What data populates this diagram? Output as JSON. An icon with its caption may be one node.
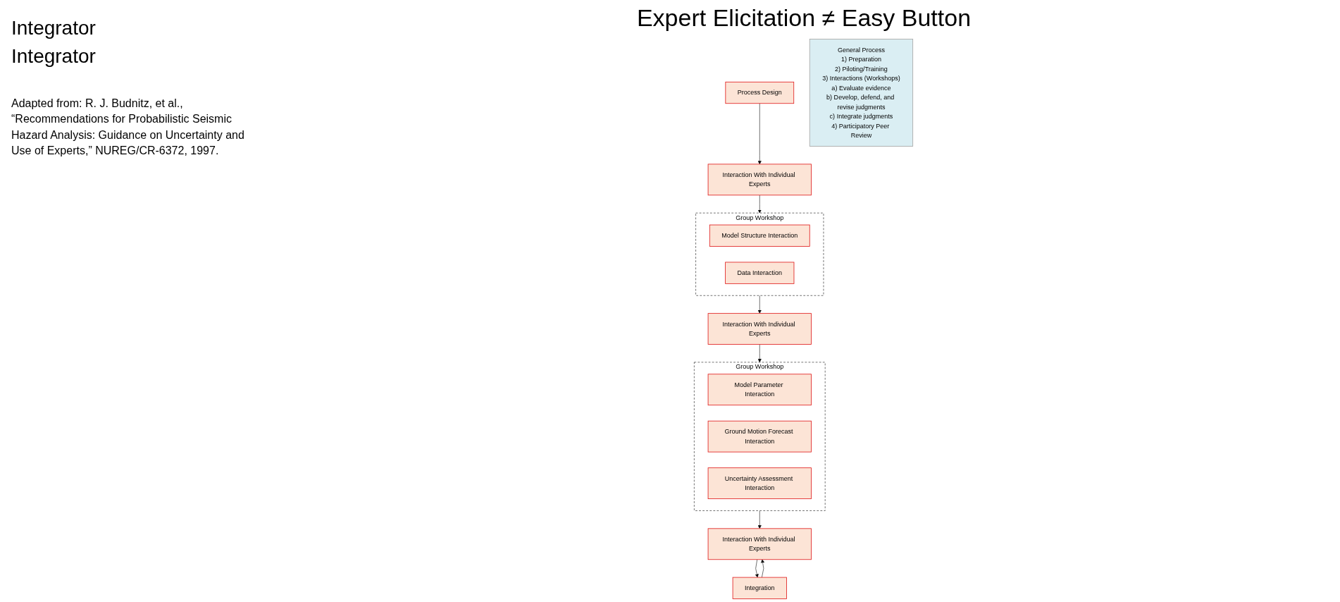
{
  "diagram": {
    "title": "Expert Elicitation ≠ Easy Button",
    "caption": "Adapted from: R. J. Budnitz, et al., “Recommendations for Probabilistic Seismic Hazard Analysis: Guidance on Uncertainty and Use of Experts,” NUREG/CR-6372, 1997.",
    "nodes": [
      {
        "text": [
          "Process Design"
        ]
      },
      {
        "text": [
          "Interaction With Individual Experts"
        ]
      },
      {
        "text": [
          "Group Workshop"
        ]
      },
      {
        "text": [
          "Model Structure Interaction"
        ],
        "in": 2
      },
      {
        "text": [
          "Data Interaction"
        ],
        "in": 2
      },
      {
        "text": [
          "Interaction With Individual Experts"
        ]
      },
      {
        "text": [
          "Group Workshop"
        ]
      },
      {
        "text": [
          "Model Parameter Interaction"
        ],
        "in": 6
      },
      {
        "text": [
          "Ground Motion Forecast Interaction"
        ],
        "in": 6
      },
      {
        "text": [
          "Uncertainty Assessment Interaction"
        ],
        "in": 6
      },
      {
        "text": [
          "Interaction With Individual Experts"
        ]
      },
      {
        "text": [
          "Integration"
        ]
      },
      {
        "text": [
          "General Process",
          "1) Preparation",
          "2) Piloting/Training",
          "3) Interactions (Workshops)",
          "a) Evaluate evidence",
          "b) Develop, defend, and revise judgments",
          "c) Integrate judgments",
          "4) Participatory Peer Review"
        ]
      }
    ],
    "edges": [
      {
        "from": 0,
        "to": 1,
        "arrow": "to"
      },
      {
        "from": 1,
        "to": 2,
        "arrow": "to"
      },
      {
        "from": 2,
        "to": 5,
        "arrow": "to"
      },
      {
        "from": 5,
        "to": 6,
        "arrow": "to"
      },
      {
        "from": 6,
        "to": 10,
        "arrow": "to"
      },
      {
        "from": 10,
        "to": 11,
        "arrow": "to"
      },
      {
        "from": 11,
        "to": 10,
        "arrow": "to"
      }
    ],
    "labels": [
      "Integrator",
      "Integrator"
    ]
  }
}
